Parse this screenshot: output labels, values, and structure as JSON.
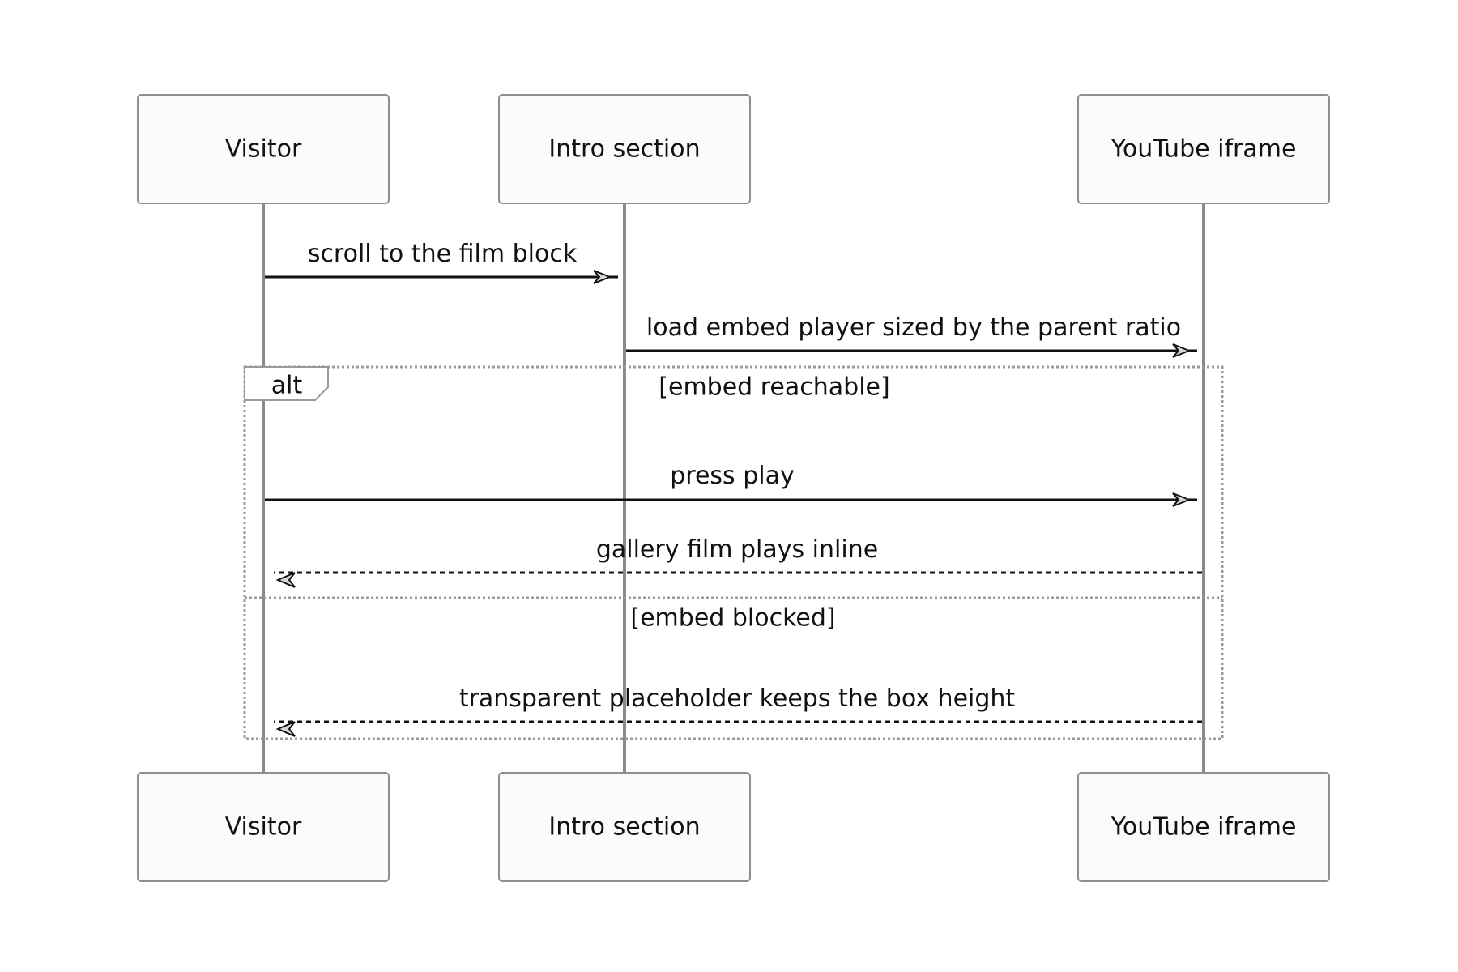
{
  "participants": {
    "visitor": {
      "label": "Visitor"
    },
    "intro": {
      "label": "Intro section"
    },
    "youtube": {
      "label": "YouTube iframe"
    }
  },
  "messages": [
    {
      "from": "visitor",
      "to": "intro",
      "text": "scroll to the film block",
      "style": "solid"
    },
    {
      "from": "intro",
      "to": "youtube",
      "text": "load embed player sized by the parent ratio",
      "style": "solid"
    },
    {
      "from": "visitor",
      "to": "youtube",
      "text": "press play",
      "style": "solid"
    },
    {
      "from": "youtube",
      "to": "visitor",
      "text": "gallery film plays inline",
      "style": "dashed"
    },
    {
      "from": "youtube",
      "to": "visitor",
      "text": "transparent placeholder keeps the box height",
      "style": "dashed"
    }
  ],
  "alt_frame": {
    "label": "alt",
    "guard_1": "[embed reachable]",
    "guard_2": "[embed blocked]"
  },
  "colors": {
    "lifeline": "#8a8a8a",
    "box_fill": "#fbfbfb",
    "box_stroke": "#8e8e8e",
    "arrow_fill": "#d8d8d8",
    "text": "#111111"
  }
}
